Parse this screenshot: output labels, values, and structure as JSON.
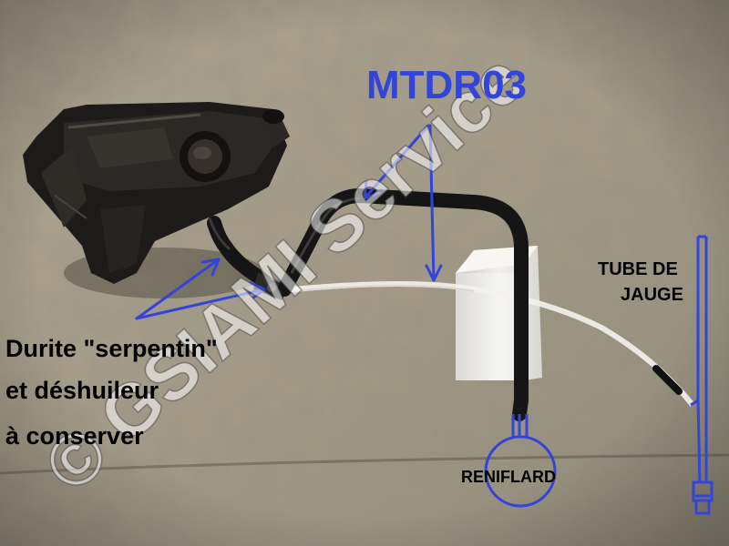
{
  "labels": {
    "part_code": "MTDR03",
    "tube_de": "TUBE DE",
    "jauge": "JAUGE",
    "reniflard": "RENIFLARD",
    "durite_line1": "Durite \"serpentin\"",
    "durite_line2": "et déshuileur",
    "durite_line3": "à conserver"
  },
  "watermark": "© GSIAMI Service",
  "colors": {
    "annotation_blue": "#3344d8",
    "label_black": "#000000",
    "background": "#a89e86",
    "hose": "#161616",
    "clear_tube": "#ecebe4"
  }
}
